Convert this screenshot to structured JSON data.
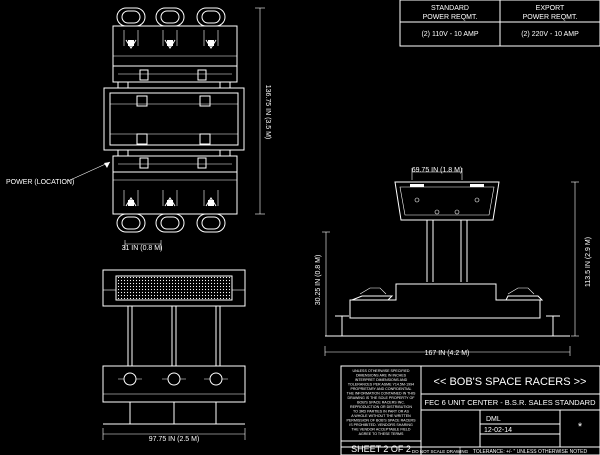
{
  "power_table": {
    "headers": [
      "STANDARD\nPOWER REQMT.",
      "EXPORT\nPOWER REQMT."
    ],
    "header_lines": [
      [
        "STANDARD",
        "POWER REQMT."
      ],
      [
        "EXPORT",
        "POWER REQMT."
      ]
    ],
    "values": [
      "(2) 110V - 10 AMP",
      "(2) 220V - 10 AMP"
    ]
  },
  "dimensions": {
    "top_height": "136.75 IN (3.5 M)",
    "top_unit_width": "31 IN (0.8 M)",
    "power_location": "POWER (LOCATION)",
    "side_top_width": "69.75 IN (1.8 M)",
    "side_mid_height": "30.25 IN (0.8 M)",
    "side_total_height": "113.5 IN (2.9 M)",
    "side_total_width": "167 IN (4.2 M)",
    "front_width": "97.75 IN (2.5 M)"
  },
  "title_block": {
    "company": "<< BOB'S SPACE RACERS >>",
    "title": "FEC 6 UNIT CENTER - B.S.R. SALES STANDARD",
    "drawn_by": "DML",
    "date": "12-02-14",
    "sheet": "SHEET 2 OF 2",
    "tolerance": "TOLERANCE: +/- \" UNLESS OTHERWISE NOTED",
    "do_not_scale": "DO NOT SCALE DRAWING",
    "notice_lines": [
      "UNLESS OTHERWISE SPECIFIED",
      "DIMENSIONS ARE IN INCHES",
      "INTERPRET DIMENSIONS AND",
      "TOLERANCES PER ASME Y14.5M-1994",
      "PROPRIETARY AND CONFIDENTIAL",
      "THE INFORMATION CONTAINED IN THIS",
      "DRAWING IS THE SOLE PROPERTY OF",
      "BOB'S SPACE RACERS INC.",
      "REPRODUCTION OR DISTRIBUTION",
      "TO 3RD PARTIES IN PART OR AS",
      "A WHOLE WITHOUT THE WRITTEN",
      "PERMISSION OF BOB'S SPACE RACERS",
      "IS PROHIBITED. VENDORS SHARING",
      "THE VENDOR ACCEPTABLE FIELD",
      "AGREE TO THESE TERMS"
    ],
    "star": "*"
  }
}
